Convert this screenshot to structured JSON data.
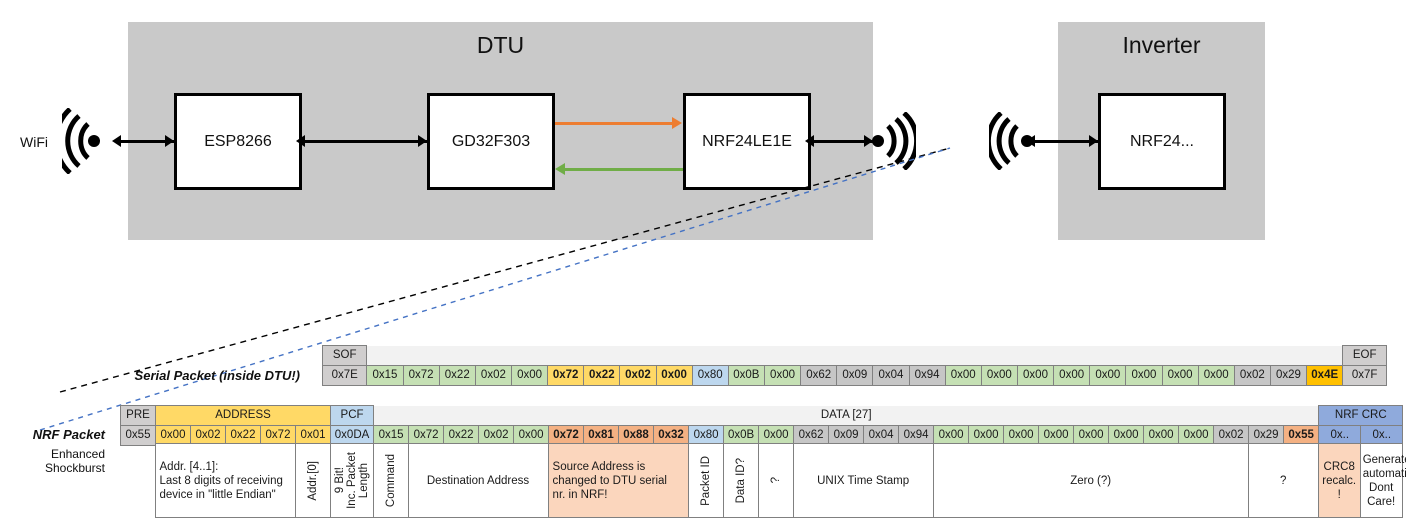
{
  "diagram": {
    "dtu": {
      "title": "DTU",
      "chips": [
        "ESP8266",
        "GD32F303",
        "NRF24LE1E"
      ],
      "wifi_label": "WiFi",
      "arrow_forward_color": "#ed7d31",
      "arrow_back_color": "#70ad47"
    },
    "inverter": {
      "title": "Inverter",
      "chip": "NRF24..."
    }
  },
  "serial_packet": {
    "label": "Serial Packet (inside DTU!)",
    "headers": [
      {
        "text": "SOF",
        "fill": "f-gray",
        "span": 1,
        "align": "left"
      },
      {
        "text": "",
        "fill": "f-none",
        "span": 27,
        "align": "left"
      },
      {
        "text": "EOF",
        "fill": "f-gray",
        "span": 1,
        "align": "left"
      }
    ],
    "bytes": [
      {
        "v": "0x7E",
        "fill": "f-gray",
        "bold": false
      },
      {
        "v": "0x15",
        "fill": "f-green",
        "bold": false
      },
      {
        "v": "0x72",
        "fill": "f-green",
        "bold": false
      },
      {
        "v": "0x22",
        "fill": "f-green",
        "bold": false
      },
      {
        "v": "0x02",
        "fill": "f-green",
        "bold": false
      },
      {
        "v": "0x00",
        "fill": "f-green",
        "bold": false
      },
      {
        "v": "0x72",
        "fill": "f-yellow",
        "bold": true
      },
      {
        "v": "0x22",
        "fill": "f-yellow",
        "bold": true
      },
      {
        "v": "0x02",
        "fill": "f-yellow",
        "bold": true
      },
      {
        "v": "0x00",
        "fill": "f-yellow",
        "bold": true
      },
      {
        "v": "0x80",
        "fill": "f-blue",
        "bold": false
      },
      {
        "v": "0x0B",
        "fill": "f-green",
        "bold": false
      },
      {
        "v": "0x00",
        "fill": "f-green",
        "bold": false
      },
      {
        "v": "0x62",
        "fill": "f-gray2",
        "bold": false
      },
      {
        "v": "0x09",
        "fill": "f-gray2",
        "bold": false
      },
      {
        "v": "0x04",
        "fill": "f-gray2",
        "bold": false
      },
      {
        "v": "0x94",
        "fill": "f-gray2",
        "bold": false
      },
      {
        "v": "0x00",
        "fill": "f-green",
        "bold": false
      },
      {
        "v": "0x00",
        "fill": "f-green",
        "bold": false
      },
      {
        "v": "0x00",
        "fill": "f-green",
        "bold": false
      },
      {
        "v": "0x00",
        "fill": "f-green",
        "bold": false
      },
      {
        "v": "0x00",
        "fill": "f-green",
        "bold": false
      },
      {
        "v": "0x00",
        "fill": "f-green",
        "bold": false
      },
      {
        "v": "0x00",
        "fill": "f-green",
        "bold": false
      },
      {
        "v": "0x00",
        "fill": "f-green",
        "bold": false
      },
      {
        "v": "0x02",
        "fill": "f-gray2",
        "bold": false
      },
      {
        "v": "0x29",
        "fill": "f-gray2",
        "bold": false
      },
      {
        "v": "0x4E",
        "fill": "f-orange",
        "bold": true
      },
      {
        "v": "0x7F",
        "fill": "f-gray",
        "bold": false
      }
    ]
  },
  "nrf_packet": {
    "label": "NRF Packet",
    "sublabel": "Enhanced Shockburst",
    "headers": [
      {
        "text": "PRE",
        "fill": "f-gray",
        "span": 1,
        "align": "left"
      },
      {
        "text": "ADDRESS",
        "fill": "f-yellow",
        "span": 5,
        "align": "center"
      },
      {
        "text": "PCF",
        "fill": "f-blue",
        "span": 1,
        "align": "left"
      },
      {
        "text": "DATA [27]",
        "fill": "f-none",
        "span": 27,
        "align": "center"
      },
      {
        "text": "NRF CRC",
        "fill": "f-slate",
        "span": 2,
        "align": "center"
      }
    ],
    "bytes": [
      {
        "v": "0x55",
        "fill": "f-gray",
        "bold": false
      },
      {
        "v": "0x00",
        "fill": "f-yellow",
        "bold": false
      },
      {
        "v": "0x02",
        "fill": "f-yellow",
        "bold": false
      },
      {
        "v": "0x22",
        "fill": "f-yellow",
        "bold": false
      },
      {
        "v": "0x72",
        "fill": "f-yellow",
        "bold": false
      },
      {
        "v": "0x01",
        "fill": "f-yellow",
        "bold": false
      },
      {
        "v": "0x0DA",
        "fill": "f-blue",
        "bold": false
      },
      {
        "v": "0x15",
        "fill": "f-green",
        "bold": false
      },
      {
        "v": "0x72",
        "fill": "f-green",
        "bold": false
      },
      {
        "v": "0x22",
        "fill": "f-green",
        "bold": false
      },
      {
        "v": "0x02",
        "fill": "f-green",
        "bold": false
      },
      {
        "v": "0x00",
        "fill": "f-green",
        "bold": false
      },
      {
        "v": "0x72",
        "fill": "f-salmon",
        "bold": true
      },
      {
        "v": "0x81",
        "fill": "f-salmon",
        "bold": true
      },
      {
        "v": "0x88",
        "fill": "f-salmon",
        "bold": true
      },
      {
        "v": "0x32",
        "fill": "f-salmon",
        "bold": true
      },
      {
        "v": "0x80",
        "fill": "f-blue",
        "bold": false
      },
      {
        "v": "0x0B",
        "fill": "f-green",
        "bold": false
      },
      {
        "v": "0x00",
        "fill": "f-green",
        "bold": false
      },
      {
        "v": "0x62",
        "fill": "f-gray2",
        "bold": false
      },
      {
        "v": "0x09",
        "fill": "f-gray2",
        "bold": false
      },
      {
        "v": "0x04",
        "fill": "f-gray2",
        "bold": false
      },
      {
        "v": "0x94",
        "fill": "f-gray2",
        "bold": false
      },
      {
        "v": "0x00",
        "fill": "f-green",
        "bold": false
      },
      {
        "v": "0x00",
        "fill": "f-green",
        "bold": false
      },
      {
        "v": "0x00",
        "fill": "f-green",
        "bold": false
      },
      {
        "v": "0x00",
        "fill": "f-green",
        "bold": false
      },
      {
        "v": "0x00",
        "fill": "f-green",
        "bold": false
      },
      {
        "v": "0x00",
        "fill": "f-green",
        "bold": false
      },
      {
        "v": "0x00",
        "fill": "f-green",
        "bold": false
      },
      {
        "v": "0x00",
        "fill": "f-green",
        "bold": false
      },
      {
        "v": "0x02",
        "fill": "f-gray2",
        "bold": false
      },
      {
        "v": "0x29",
        "fill": "f-gray2",
        "bold": false
      },
      {
        "v": "0x55",
        "fill": "f-salmon",
        "bold": true
      },
      {
        "v": "0x..",
        "fill": "f-slate",
        "bold": false
      },
      {
        "v": "0x..",
        "fill": "f-slate",
        "bold": false
      }
    ],
    "descriptions": [
      {
        "text": "",
        "span": 1,
        "fill": "f-none",
        "rot": false,
        "border": false
      },
      {
        "text": "Addr. [4..1]:\nLast 8 digits of receiving\ndevice in \"little Endian\"",
        "span": 4,
        "fill": "f-white",
        "rot": false,
        "align": "left"
      },
      {
        "text": "Addr.[0]",
        "span": 1,
        "fill": "f-white",
        "rot": true
      },
      {
        "text": "9 Bit!|Inc. Packet|Length",
        "span": 1,
        "fill": "f-white",
        "rot": true,
        "multi": true
      },
      {
        "text": "Command",
        "span": 1,
        "fill": "f-white",
        "rot": true
      },
      {
        "text": "Destination Address",
        "span": 4,
        "fill": "f-white",
        "rot": false
      },
      {
        "text": "Source Address is\nchanged to DTU serial\nnr. in NRF!",
        "span": 4,
        "fill": "f-salmonL",
        "rot": false,
        "align": "left"
      },
      {
        "text": "Packet ID",
        "span": 1,
        "fill": "f-white",
        "rot": true
      },
      {
        "text": "Data ID?",
        "span": 1,
        "fill": "f-white",
        "rot": true
      },
      {
        "text": "?",
        "span": 1,
        "fill": "f-white",
        "rot": true
      },
      {
        "text": "UNIX Time Stamp",
        "span": 4,
        "fill": "f-white",
        "rot": false
      },
      {
        "text": "Zero (?)",
        "span": 9,
        "fill": "f-white",
        "rot": false
      },
      {
        "text": "?",
        "span": 2,
        "fill": "f-white",
        "rot": false
      },
      {
        "text": "CRC8\nrecalc.\n!",
        "span": 1,
        "fill": "f-salmonL",
        "rot": false
      },
      {
        "text": "Generated\nautomatically.\nDont Care!",
        "span": 2,
        "fill": "f-white",
        "rot": false
      }
    ]
  }
}
